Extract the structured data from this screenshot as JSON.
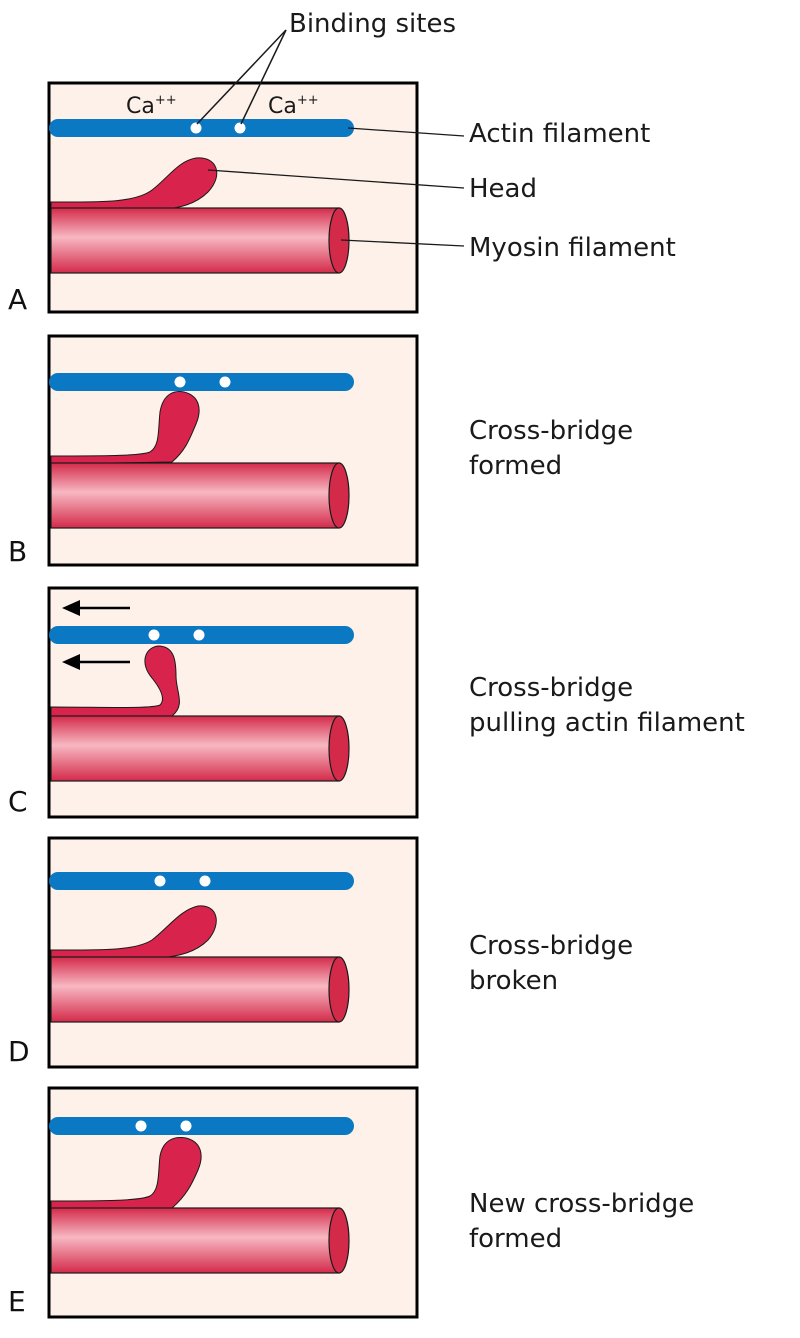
{
  "colors": {
    "panel_bg": "#fdf1ea",
    "panel_border": "#000000",
    "actin": "#0a78c2",
    "myosin_dark": "#d42a4a",
    "myosin_light": "#f7b8c2",
    "head": "#d8244c",
    "binding_site": "#ffffff"
  },
  "top_labels": {
    "binding_sites": "Binding sites",
    "ca_left": "Ca",
    "ca_right": "Ca",
    "ca_charge": "++",
    "actin_filament": "Actin filament",
    "head": "Head",
    "myosin_filament": "Myosin filament"
  },
  "panels": [
    {
      "letter": "A",
      "caption": [
        "",
        ""
      ]
    },
    {
      "letter": "B",
      "caption": [
        "Cross-bridge",
        "formed"
      ]
    },
    {
      "letter": "C",
      "caption": [
        "Cross-bridge",
        "pulling actin filament"
      ]
    },
    {
      "letter": "D",
      "caption": [
        "Cross-bridge",
        "broken"
      ]
    },
    {
      "letter": "E",
      "caption": [
        "New cross-bridge",
        "formed"
      ]
    }
  ]
}
